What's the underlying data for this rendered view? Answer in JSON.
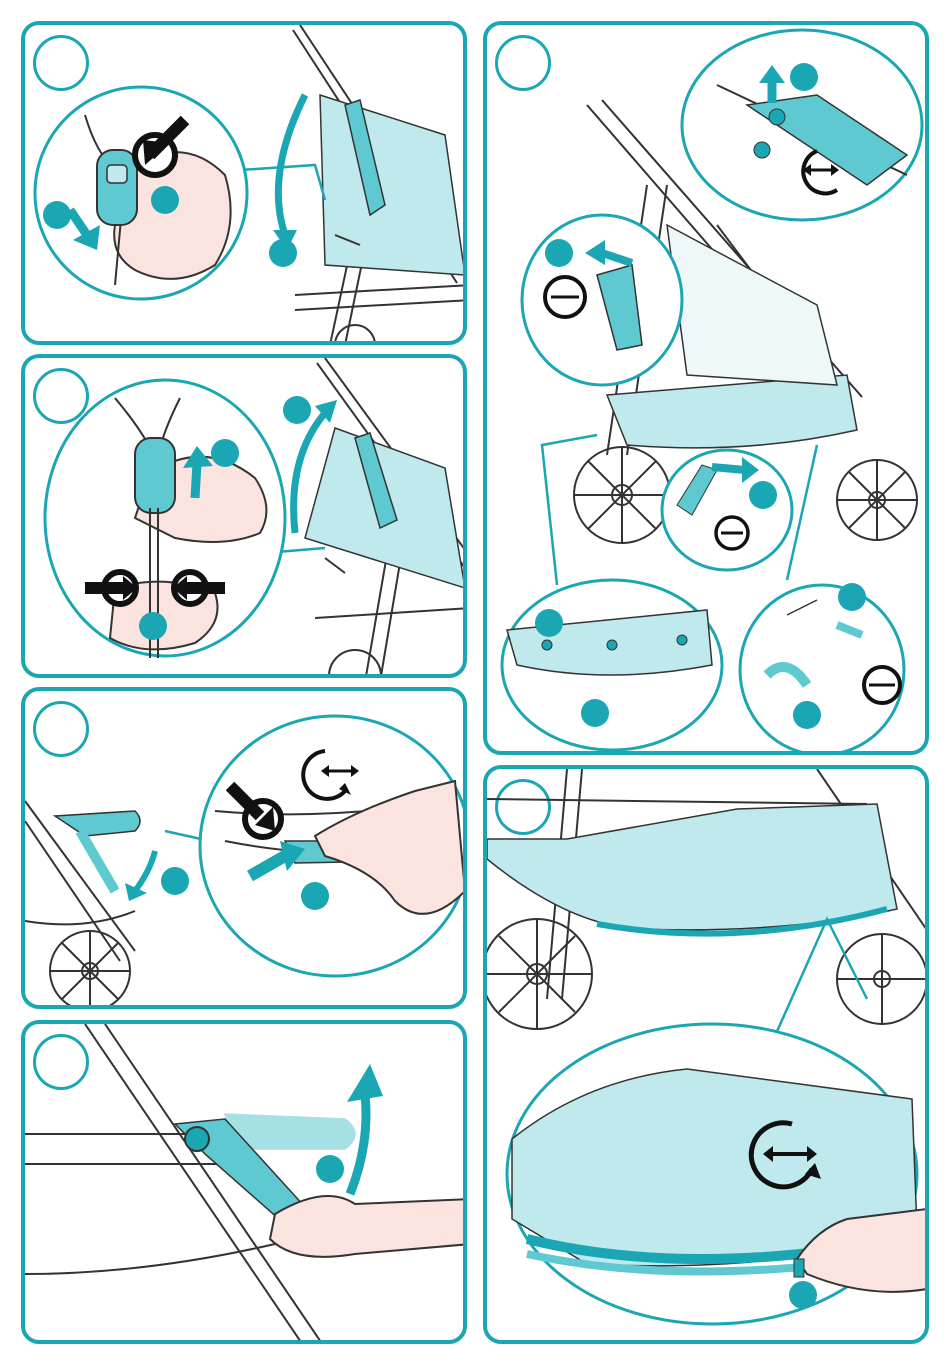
{
  "colors": {
    "accent": "#1aa6b3",
    "fabric": "#bfe9ec",
    "fabric_dark": "#5fc9d2",
    "skin": "#fbe3df",
    "line": "#333333",
    "arrow_dark": "#111111"
  },
  "panels": [
    {
      "id": "panel-1",
      "step_label": "",
      "icons": [
        "harness-buckle-icon",
        "press-arrow-icon",
        "down-arrow-icon",
        "fold-arrow-icon",
        "sequence-dot-icon"
      ]
    },
    {
      "id": "panel-2",
      "step_label": "",
      "icons": [
        "harness-buckle-icon",
        "up-arrow-icon",
        "press-arrow-icon",
        "raise-arrow-icon",
        "sequence-dot-icon"
      ]
    },
    {
      "id": "panel-3",
      "step_label": "",
      "icons": [
        "rotate-both-ways-icon",
        "press-arrow-icon",
        "down-arrow-icon",
        "sequence-dot-icon"
      ]
    },
    {
      "id": "panel-4",
      "step_label": "",
      "icons": [
        "up-arrow-icon",
        "sequence-dot-icon"
      ]
    },
    {
      "id": "panel-5",
      "step_label": "",
      "icons": [
        "rotate-both-ways-icon",
        "up-arrow-icon",
        "side-arrow-icon",
        "sequence-dot-icon"
      ]
    },
    {
      "id": "panel-6",
      "step_label": "",
      "icons": [
        "rotate-both-ways-icon",
        "zipper-icon",
        "sequence-dot-icon"
      ]
    }
  ]
}
